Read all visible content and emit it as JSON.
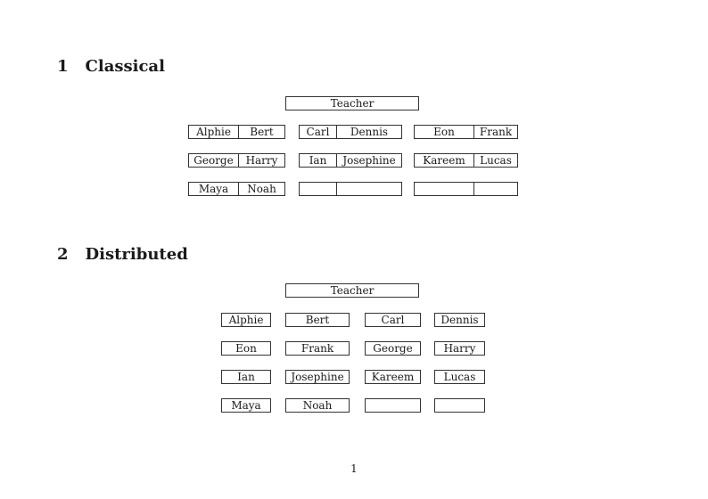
{
  "sections": [
    {
      "number": "1",
      "title": "Classical",
      "teacher_label": "Teacher",
      "groups": [
        {
          "rows": [
            [
              "Alphie",
              "Bert"
            ],
            [
              "George",
              "Harry"
            ],
            [
              "Maya",
              "Noah"
            ]
          ]
        },
        {
          "rows": [
            [
              "Carl",
              "Dennis"
            ],
            [
              "Ian",
              "Josephine"
            ],
            [
              "",
              ""
            ]
          ]
        },
        {
          "rows": [
            [
              "Eon",
              "Frank"
            ],
            [
              "Kareem",
              "Lucas"
            ],
            [
              "",
              ""
            ]
          ]
        }
      ]
    },
    {
      "number": "2",
      "title": "Distributed",
      "teacher_label": "Teacher",
      "rows": [
        [
          "Alphie",
          "Bert",
          "Carl",
          "Dennis"
        ],
        [
          "Eon",
          "Frank",
          "George",
          "Harry"
        ],
        [
          "Ian",
          "Josephine",
          "Kareem",
          "Lucas"
        ],
        [
          "Maya",
          "Noah",
          "",
          ""
        ]
      ]
    }
  ],
  "footer": {
    "page_number": "1"
  },
  "colors": {
    "ink": "#1a1a1a",
    "border": "#333333",
    "background": "#ffffff"
  }
}
